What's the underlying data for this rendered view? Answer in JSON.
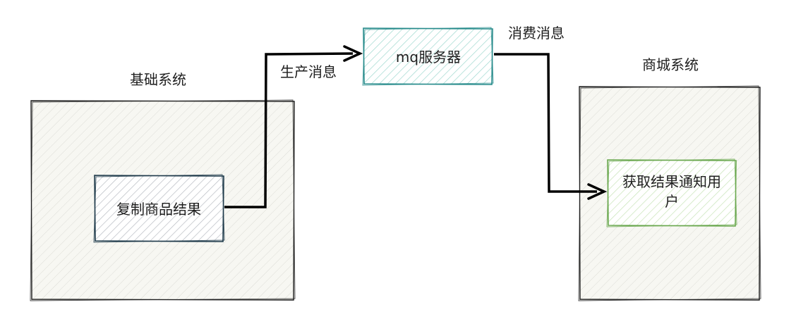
{
  "diagram": {
    "basic_system": {
      "title": "基础系统",
      "inner_box_label": "复制商品结果"
    },
    "mq": {
      "label": "mq服务器"
    },
    "mall_system": {
      "title": "商城系统",
      "inner_box_label_line1": "获取结果通知用",
      "inner_box_label_line2": "户"
    },
    "arrows": {
      "produce_label": "生产消息",
      "consume_label": "消费消息"
    },
    "colors": {
      "container_stroke": "#1e1e1e",
      "container_fill": "#f4f4ee",
      "copy_box_stroke": "#1e3a4a",
      "copy_box_hatch": "#b8bcc2",
      "mq_stroke": "#268b8b",
      "mq_hatch": "#9fd8cf",
      "notify_stroke": "#6aa84f",
      "notify_hatch": "#c7e3b7",
      "arrow": "#000000"
    }
  }
}
